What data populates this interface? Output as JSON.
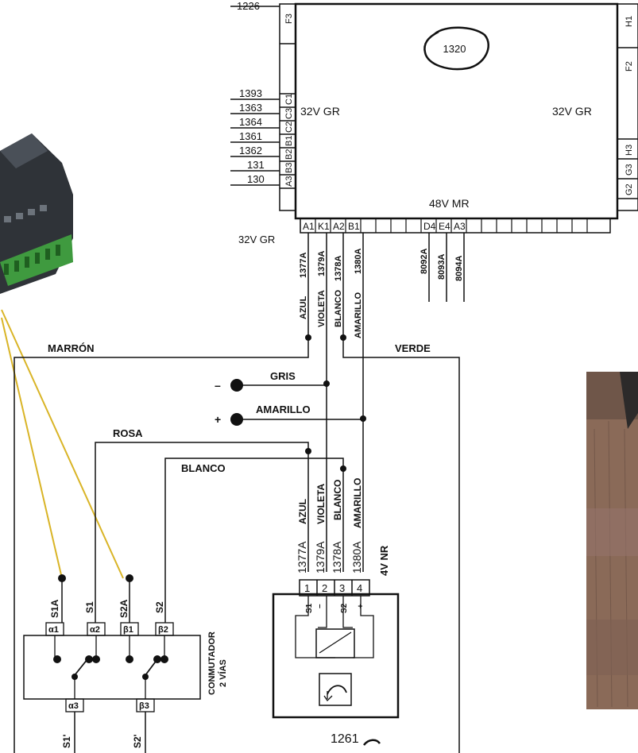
{
  "ecu": {
    "top_pin_numbers": [
      "1226"
    ],
    "circled_number": "1320",
    "left_pin_numbers": [
      "1393",
      "1363",
      "1364",
      "1361",
      "1362",
      "131",
      "130"
    ],
    "left_pin_codes": [
      "C1",
      "C3",
      "C2",
      "B1",
      "B2",
      "B3",
      "A3"
    ],
    "top_pin_code": "F3",
    "right_pin_codes": [
      "H1",
      "F2",
      "H3",
      "G3",
      "G2"
    ],
    "label_32v_left": "32V GR",
    "label_32v_right": "32V GR",
    "label_48v": "48V MR",
    "label_32v_bottom": "32V GR",
    "bottom_pins": [
      "A1",
      "K1",
      "A2",
      "B1",
      "D4",
      "E4",
      "A3"
    ],
    "bottom_wires": [
      "1377A",
      "1379A",
      "1378A",
      "1380A",
      "8092A",
      "8093A",
      "8094A"
    ],
    "bottom_wire_colors": [
      "AZUL",
      "VIOLETA",
      "BLANCO",
      "AMARILLO"
    ]
  },
  "wires": {
    "marron": "MARRÓN",
    "verde": "VERDE",
    "gris": "GRIS",
    "amarillo": "AMARILLO",
    "rosa": "ROSA",
    "blanco": "BLANCO",
    "minus": "–",
    "plus": "+"
  },
  "sensor": {
    "wires": [
      "1377A",
      "1379A",
      "1378A",
      "1380A"
    ],
    "wire_colors": [
      "AZUL",
      "VIOLETA",
      "BLANCO",
      "AMARILLO"
    ],
    "connector_label": "4V NR",
    "pins": [
      "1",
      "2",
      "3",
      "4"
    ],
    "pin_labels": [
      "S1",
      "–",
      "S2",
      "+"
    ],
    "component_number": "1261"
  },
  "switch": {
    "top_labels": [
      "S1A",
      "S1",
      "S2A",
      "S2"
    ],
    "terminals": [
      "α1",
      "α2",
      "β1",
      "β2"
    ],
    "bottom_terminals": [
      "α3",
      "β3"
    ],
    "bottom_labels": [
      "S1'",
      "S2'"
    ],
    "title_line1": "CONMUTADOR",
    "title_line2": "2 VÍAS"
  },
  "colors": {
    "wire_yellow": "#d9b426",
    "ink": "#111111",
    "device_body": "#2f3338",
    "terminal_green": "#3f9a3f",
    "photo_wood": "#8a6a58"
  },
  "images": {
    "device_photo": "usb-daq-module-photo",
    "wood_photo": "wooden-surface-photo"
  }
}
